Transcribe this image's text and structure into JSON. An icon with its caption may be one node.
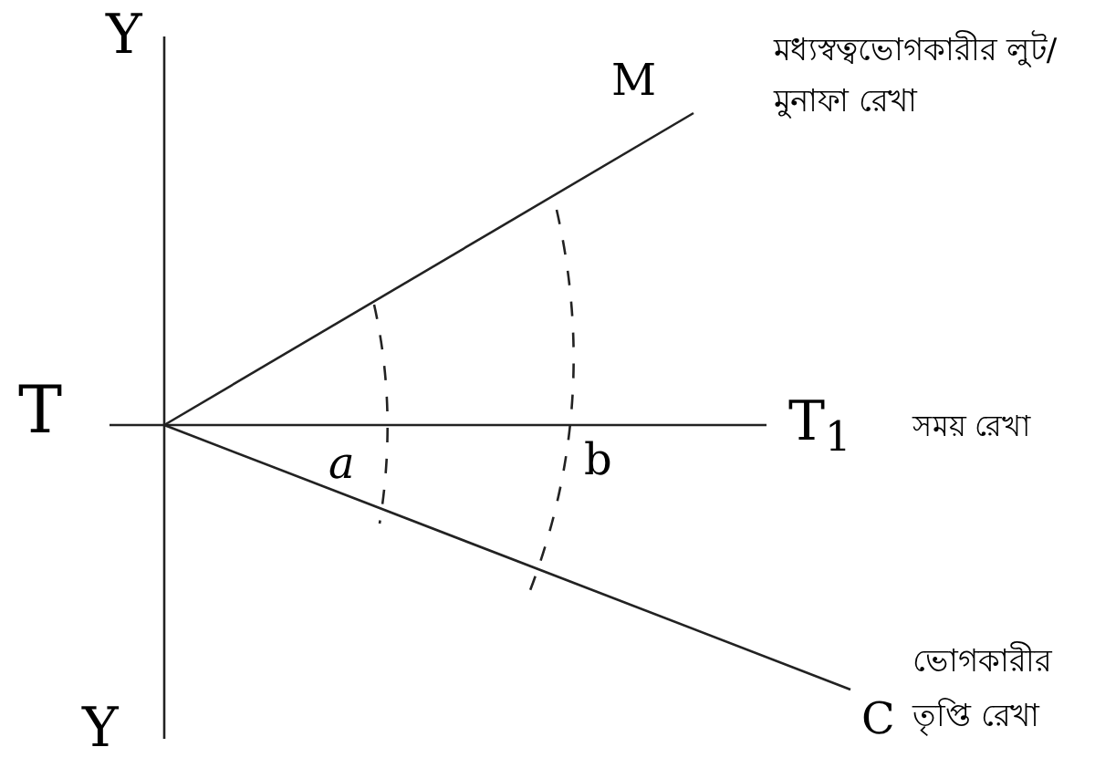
{
  "diagram": {
    "labels": [
      "Y",
      "মধ্যস্বত্বভোগকারীর লুট/মুনাফা রেখা",
      "M",
      "T",
      "a",
      "b",
      "T$_{1}$",
      "সময় রেখা",
      "ভোগকারীর তৃপ্তি রেখা",
      "C",
      "Y"
    ]
  }
}
